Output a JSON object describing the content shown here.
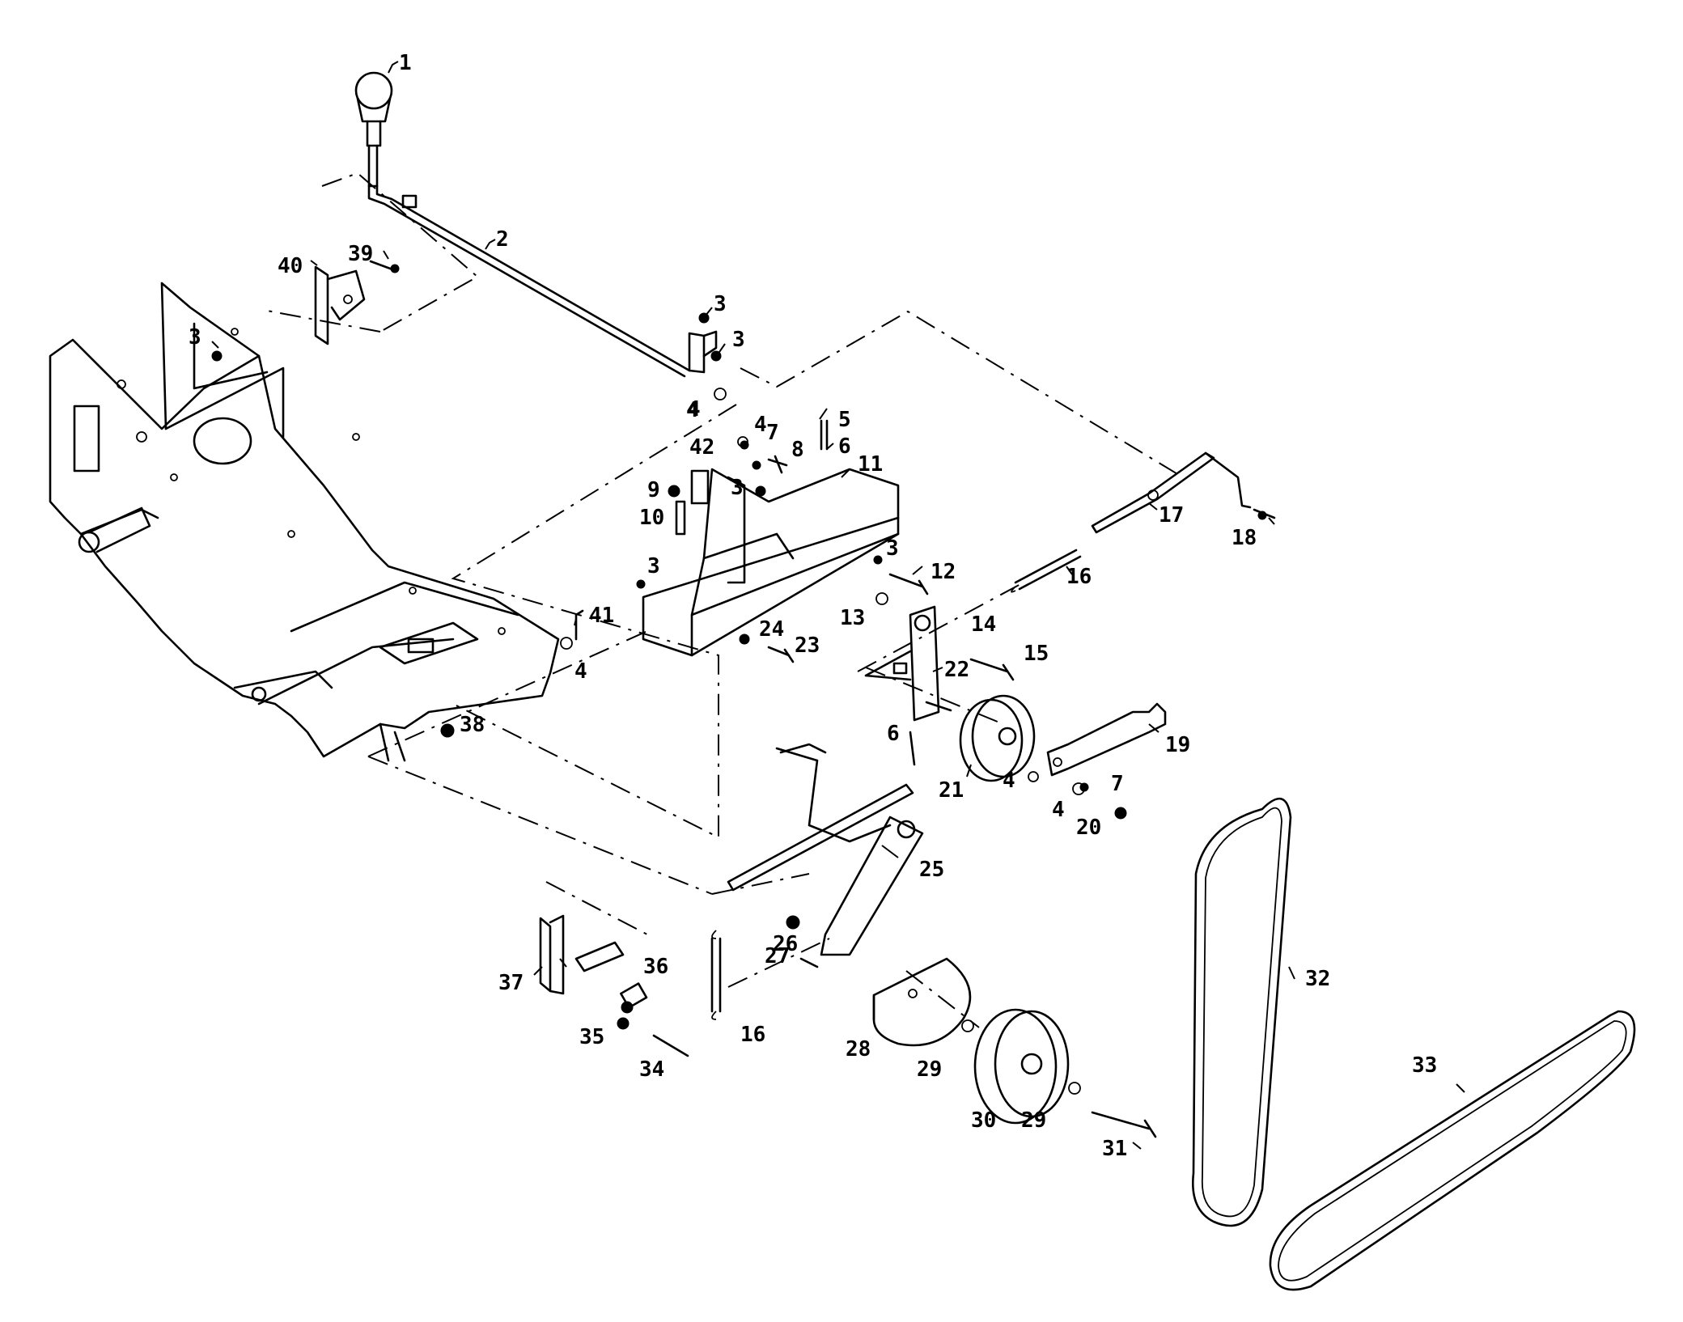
{
  "callouts": [
    "1",
    "2",
    "3",
    "3",
    "3",
    "3",
    "3",
    "3",
    "4",
    "4",
    "4",
    "4",
    "4",
    "4",
    "5",
    "6",
    "6",
    "7",
    "7",
    "8",
    "9",
    "10",
    "11",
    "12",
    "13",
    "14",
    "15",
    "16",
    "16",
    "17",
    "18",
    "19",
    "20",
    "21",
    "22",
    "23",
    "24",
    "25",
    "26",
    "27",
    "28",
    "29",
    "29",
    "30",
    "31",
    "32",
    "33",
    "34",
    "35",
    "36",
    "37",
    "38",
    "39",
    "40",
    "41",
    "42"
  ]
}
